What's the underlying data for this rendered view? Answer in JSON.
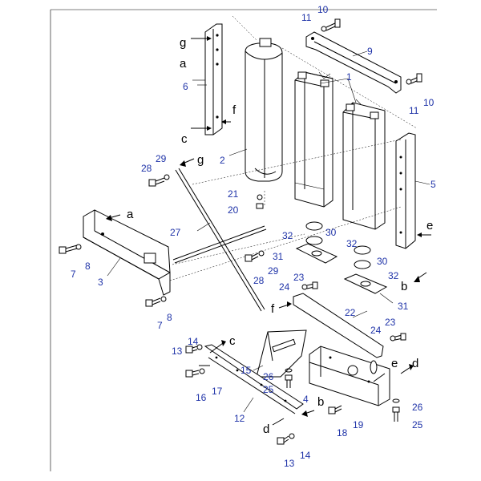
{
  "colors": {
    "part_number": "#1f33a8",
    "line": "#000000",
    "background": "#ffffff"
  },
  "labels": {
    "n1": "1",
    "n2": "2",
    "n3": "3",
    "n4": "4",
    "n5": "5",
    "n6": "6",
    "n7a": "7",
    "n7b": "7",
    "n8a": "8",
    "n8b": "8",
    "n9": "9",
    "n10a": "10",
    "n10b": "10",
    "n11a": "11",
    "n11b": "11",
    "n12": "12",
    "n13a": "13",
    "n13b": "13",
    "n14a": "14",
    "n14b": "14",
    "n15": "15",
    "n16": "16",
    "n17": "17",
    "n18": "18",
    "n19": "19",
    "n20": "20",
    "n21": "21",
    "n22": "22",
    "n23a": "23",
    "n23b": "23",
    "n24a": "24",
    "n24b": "24",
    "n25a": "25",
    "n25b": "25",
    "n26a": "26",
    "n26b": "26",
    "n27": "27",
    "n28a": "28",
    "n28b": "28",
    "n29a": "29",
    "n29b": "29",
    "n30a": "30",
    "n30b": "30",
    "n31a": "31",
    "n31b": "31",
    "n32a": "32",
    "n32b": "32",
    "n32c": "32"
  },
  "refs": {
    "g1": "g",
    "a1": "a",
    "f1": "f",
    "c1": "c",
    "g2": "g",
    "a2": "a",
    "e1": "e",
    "f2": "f",
    "c2": "c",
    "e2": "e",
    "b1": "b",
    "b2": "b",
    "d1": "d",
    "d2": "d"
  }
}
